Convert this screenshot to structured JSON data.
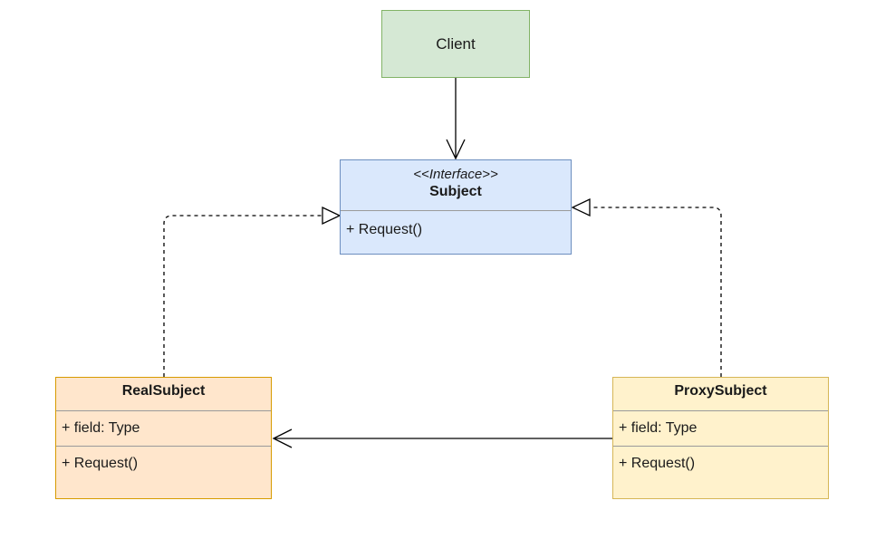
{
  "client": {
    "label": "Client"
  },
  "subject": {
    "stereotype": "<<Interface>>",
    "name": "Subject",
    "method": "+ Request()"
  },
  "real_subject": {
    "name": "RealSubject",
    "field": "+ field: Type",
    "method": "+ Request()"
  },
  "proxy_subject": {
    "name": "ProxySubject",
    "field": "+ field: Type",
    "method": "+ Request()"
  },
  "colors": {
    "client_fill": "#d5e8d4",
    "client_stroke": "#82b366",
    "subject_fill": "#dae8fc",
    "subject_stroke": "#6c8ebf",
    "real_fill": "#ffe6cc",
    "real_stroke": "#d79b00",
    "proxy_fill": "#fff2cc",
    "proxy_stroke": "#d6b656"
  }
}
